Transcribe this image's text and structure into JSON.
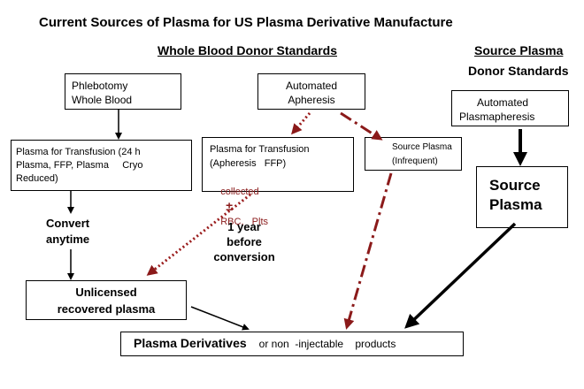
{
  "title": "Current Sources of Plasma for US Plasma Derivative Manufacture",
  "headers": {
    "whole_blood": "Whole Blood Donor Standards",
    "source_plasma_line1": "Source Plasma",
    "source_plasma_line2": "Donor Standards"
  },
  "boxes": {
    "phlebotomy": [
      "Phlebotomy",
      "Whole Blood"
    ],
    "automated_apheresis": [
      "Automated",
      "Apheresis"
    ],
    "automated_plasmapheresis": [
      "Automated",
      "Plasmapheresis"
    ],
    "plasma_transfusion": [
      "Plasma for Transfusion (24 h",
      "Plasma, FFP, Plasma     Cryo",
      "Reduced)"
    ],
    "plasma_transfusion_apheresis": [
      "Plasma for Transfusion",
      "(Apheresis   FFP)",
      "collected",
      "±",
      "RBC,   Plts"
    ],
    "source_plasma_infrequent": [
      "Source Plasma",
      "(Infrequent)"
    ],
    "source_plasma": [
      "Source",
      "Plasma"
    ],
    "unlicensed": [
      "Unlicensed",
      "recovered plasma"
    ],
    "derivatives_main": "Plasma Derivatives",
    "derivatives_sub": "or non  -injectable    products"
  },
  "labels": {
    "convert": [
      "Convert",
      "anytime"
    ],
    "one_year": [
      "1 year",
      "before",
      "conversion"
    ]
  },
  "colors": {
    "line": "#000000",
    "dotted_red": "#9a1c1c",
    "dashdot_red": "#8b1a1a"
  }
}
